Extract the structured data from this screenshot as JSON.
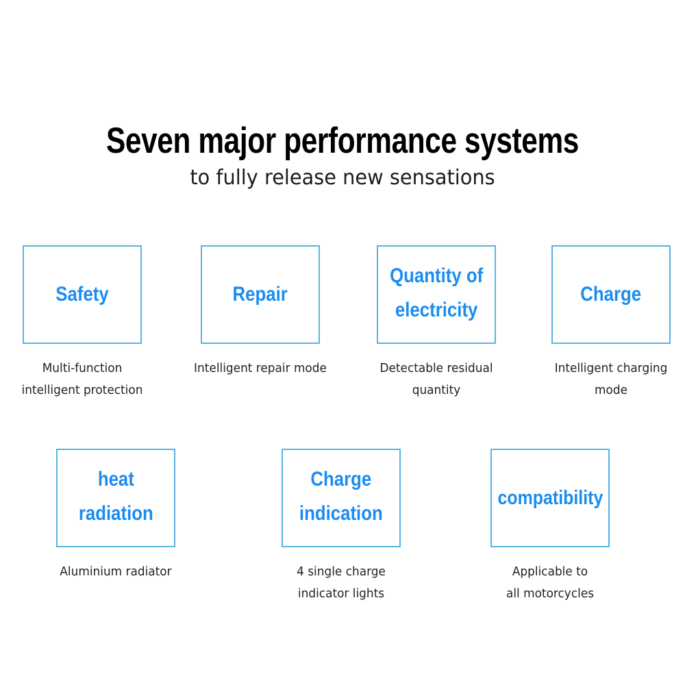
{
  "header": {
    "title": "Seven major performance systems",
    "subtitle": "to fully release new sensations"
  },
  "colors": {
    "background": "#ffffff",
    "box_border": "#57b3e3",
    "label_blue": "#1b8cf0",
    "title_black": "#000000",
    "caption_gray": "#222222"
  },
  "features": [
    {
      "label_line1": "Safety",
      "label_line2": "",
      "caption_line1": "Multi-function",
      "caption_line2": "intelligent protection"
    },
    {
      "label_line1": "Repair",
      "label_line2": "",
      "caption_line1": "Intelligent repair mode",
      "caption_line2": ""
    },
    {
      "label_line1": "Quantity of",
      "label_line2": "electricity",
      "caption_line1": "Detectable residual",
      "caption_line2": "quantity"
    },
    {
      "label_line1": "Charge",
      "label_line2": "",
      "caption_line1": "Intelligent charging",
      "caption_line2": "mode"
    },
    {
      "label_line1": "heat",
      "label_line2": "radiation",
      "caption_line1": "Aluminium radiator",
      "caption_line2": ""
    },
    {
      "label_line1": "Charge",
      "label_line2": "indication",
      "caption_line1": "4 single charge",
      "caption_line2": "indicator lights"
    },
    {
      "label_line1": "compatibility",
      "label_line2": "",
      "caption_line1": "Applicable to",
      "caption_line2": "all motorcycles"
    }
  ]
}
